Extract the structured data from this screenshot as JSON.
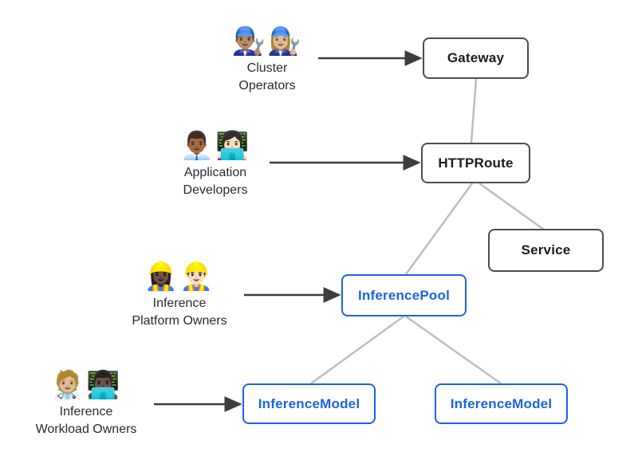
{
  "diagram": {
    "kind": "kubernetes-gateway-inference-extension-resource-model",
    "colors": {
      "node_border_dark": "#4d4d4d",
      "node_text_dark": "#1b1b1b",
      "node_border_blue": "#1b63e6",
      "node_text_blue": "#1b63e6",
      "connector_gray": "#bdbdbd",
      "arrow_dark": "#3d3d3d",
      "background": "#ffffff"
    },
    "actors": [
      {
        "id": "cluster-operators",
        "emoji": "👨🏽‍🔧👩🏼‍🔧",
        "label": "Cluster\nOperators"
      },
      {
        "id": "application-developers",
        "emoji": "👨🏾‍💼👩🏻‍💻",
        "label": "Application\nDevelopers"
      },
      {
        "id": "inference-platform-owners",
        "emoji": "👷🏿‍♀️👷🏻‍♂️",
        "label": "Inference\nPlatform Owners"
      },
      {
        "id": "inference-workload-owners",
        "emoji": "🧑🏼‍⚕️👨🏿‍💻",
        "label": "Inference\nWorkload Owners"
      }
    ],
    "nodes": [
      {
        "id": "gateway",
        "label": "Gateway",
        "style": "dark"
      },
      {
        "id": "httproute",
        "label": "HTTPRoute",
        "style": "dark"
      },
      {
        "id": "service",
        "label": "Service",
        "style": "dark"
      },
      {
        "id": "inferencepool",
        "label": "InferencePool",
        "style": "blue"
      },
      {
        "id": "inferencemodel1",
        "label": "InferenceModel",
        "style": "blue"
      },
      {
        "id": "inferencemodel2",
        "label": "InferenceModel",
        "style": "blue"
      }
    ],
    "edges": [
      {
        "from": "cluster-operators",
        "to": "gateway",
        "type": "arrow"
      },
      {
        "from": "application-developers",
        "to": "httproute",
        "type": "arrow"
      },
      {
        "from": "inference-platform-owners",
        "to": "inferencepool",
        "type": "arrow"
      },
      {
        "from": "inference-workload-owners",
        "to": "inferencemodel1",
        "type": "arrow"
      },
      {
        "from": "gateway",
        "to": "httproute",
        "type": "line"
      },
      {
        "from": "httproute",
        "to": "service",
        "type": "line"
      },
      {
        "from": "httproute",
        "to": "inferencepool",
        "type": "line"
      },
      {
        "from": "inferencepool",
        "to": "inferencemodel1",
        "type": "line"
      },
      {
        "from": "inferencepool",
        "to": "inferencemodel2",
        "type": "line"
      }
    ]
  }
}
